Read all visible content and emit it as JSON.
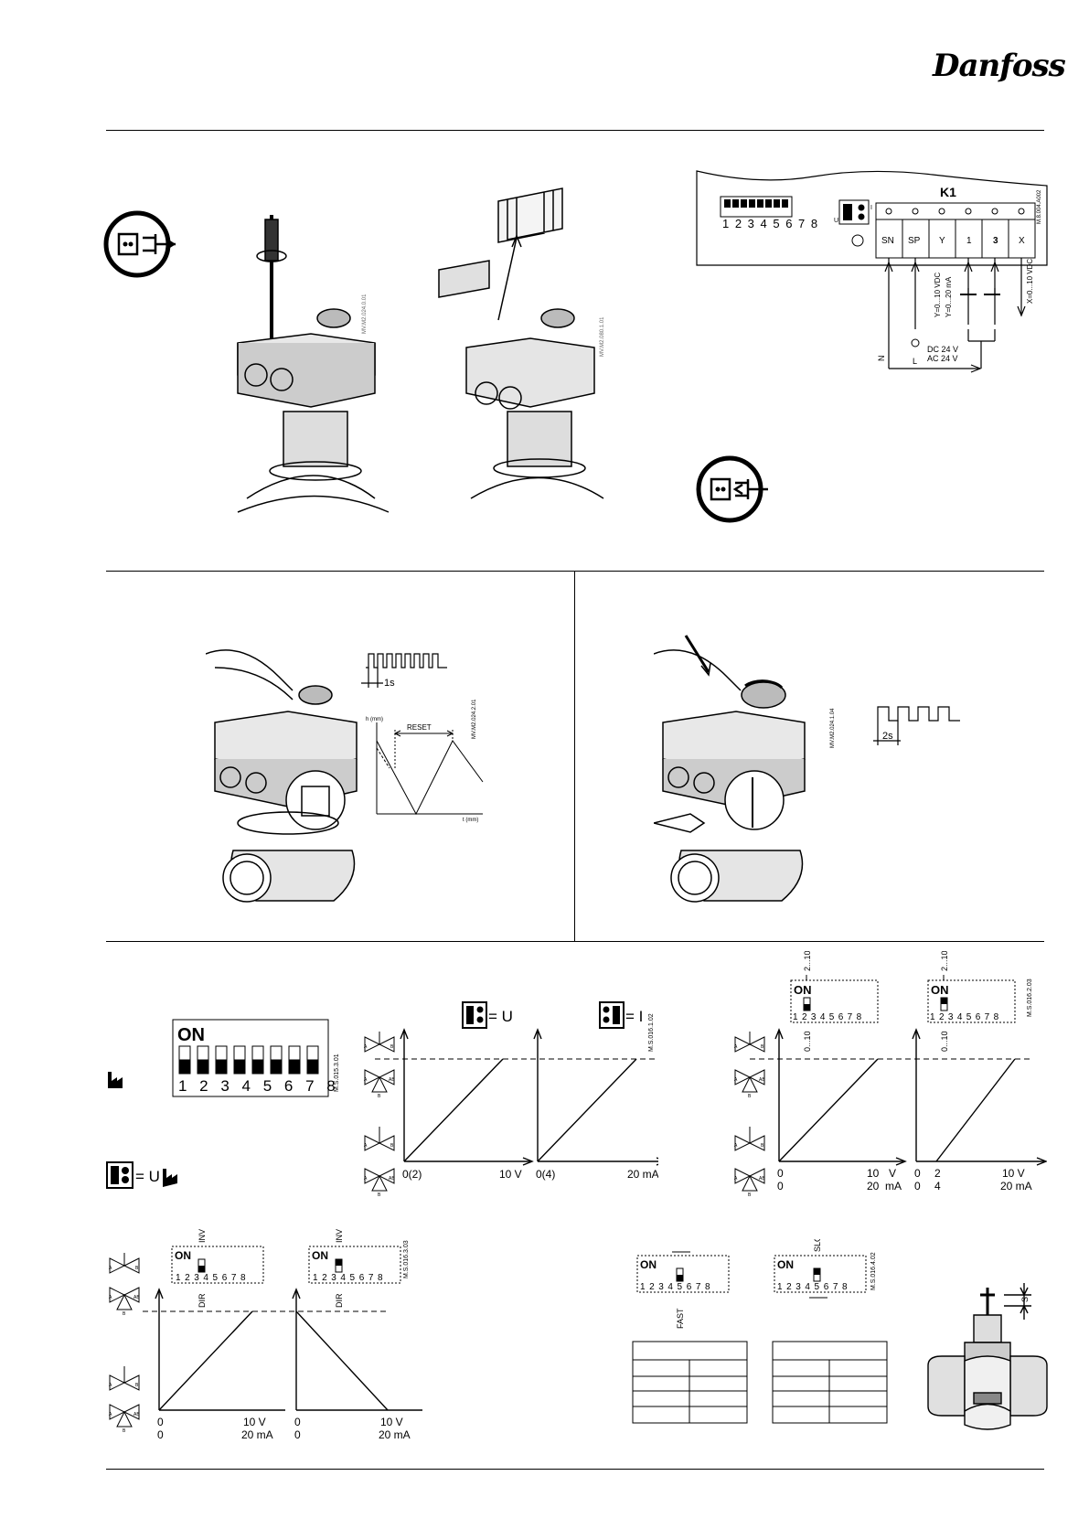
{
  "brand": {
    "logo_text": "Danfoss"
  },
  "drawing_codes": {
    "install_1": "MV.M2.024.0.01",
    "install_2": "MV.M2.080.1.01",
    "wiring": "M.8.004.A002",
    "reset": "MV.M2.024.2.01",
    "manual": "MV.M2.024.1.04",
    "factory": "M.S.015.3.01",
    "jumper": "M.S.016.1.02",
    "range": "M.S.016.2.03",
    "dir": "M.S.016.3.03",
    "speed": "M.S.016.4.02"
  },
  "wiring": {
    "connector": "K1",
    "terminals": [
      "SN",
      "SP",
      "Y",
      "1",
      "3",
      "X"
    ],
    "dip_numbers": "1 2 3 4 5 6 7 8",
    "jumper_u": "U",
    "jumper_i": "I",
    "y_signal_v": "Y=0...10 VDC",
    "y_signal_ma": "Y=0...20 mA",
    "x_signal": "X=0...10 VDC",
    "supply_dc": "DC 24 V",
    "supply_ac": "AC 24 V",
    "neutral_label": "N",
    "line_label": "L"
  },
  "reset": {
    "pulse_label": "1s",
    "reset_label": "RESET",
    "y_axis": "h (mm)",
    "x_axis": "t (mm)"
  },
  "manual": {
    "pulse_label": "2s"
  },
  "factory": {
    "on_label": "ON",
    "dip_numbers": "1 2 3 4 5 6 7 8",
    "jumper_label": "= U"
  },
  "jumper_charts": {
    "u_label": "= U",
    "i_label": "= I",
    "v_start": "0(2)",
    "v_end": "10 V",
    "ma_start": "0(4)",
    "ma_end": "20 mA"
  },
  "range_charts": {
    "on_label": "ON",
    "top_label": "2...10",
    "bottom_label": "0...10",
    "dip_numbers": "1 2 3 4 5 6 7 8",
    "c1_v0": "0",
    "c1_v1": "10",
    "c1_vunit": "V",
    "c1_m0": "0",
    "c1_m1": "20",
    "c1_munit": "mA",
    "c2_v0": "0",
    "c2_v2": "2",
    "c2_v1": "10 V",
    "c2_m0": "0",
    "c2_m4": "4",
    "c2_m1": "20 mA"
  },
  "dir_charts": {
    "on_label": "ON",
    "top_label": "INV",
    "bottom_label": "DIR",
    "dip_numbers": "1 2 3 4 5 6 7 8",
    "v0": "0",
    "v1": "10 V",
    "m0": "0",
    "m1": "20 mA"
  },
  "speed": {
    "on_label": "ON",
    "fast_label": "FAST",
    "slow_label": "SLOW",
    "dip_numbers": "1 2 3 4 5 6 7 8",
    "stroke_label": "S"
  },
  "valve_ports": {
    "a": "A",
    "b": "B",
    "ab": "AB"
  }
}
